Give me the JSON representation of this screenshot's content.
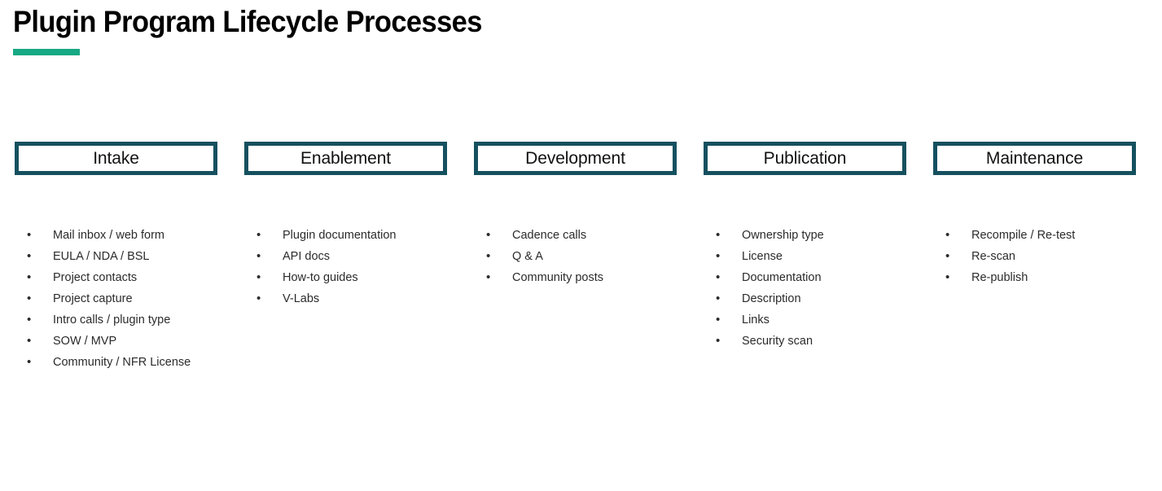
{
  "slide": {
    "title": "Plugin Program Lifecycle Processes",
    "accent_color": "#17a884",
    "border_color": "#15505f",
    "background_color": "#ffffff",
    "text_color": "#2b2b2b",
    "bullet_glyph": "•"
  },
  "phases": [
    {
      "name": "Intake",
      "items": [
        "Mail inbox / web form",
        "EULA / NDA / BSL",
        "Project contacts",
        "Project capture",
        "Intro calls / plugin type",
        "SOW / MVP",
        "Community / NFR License"
      ]
    },
    {
      "name": "Enablement",
      "items": [
        "Plugin documentation",
        "API docs",
        "How-to guides",
        "V-Labs"
      ]
    },
    {
      "name": "Development",
      "items": [
        "Cadence calls",
        "Q & A",
        "Community posts"
      ]
    },
    {
      "name": "Publication",
      "items": [
        "Ownership type",
        "License",
        "Documentation",
        "Description",
        "Links",
        "Security scan"
      ]
    },
    {
      "name": "Maintenance",
      "items": [
        "Recompile / Re-test",
        "Re-scan",
        "Re-publish"
      ]
    }
  ]
}
